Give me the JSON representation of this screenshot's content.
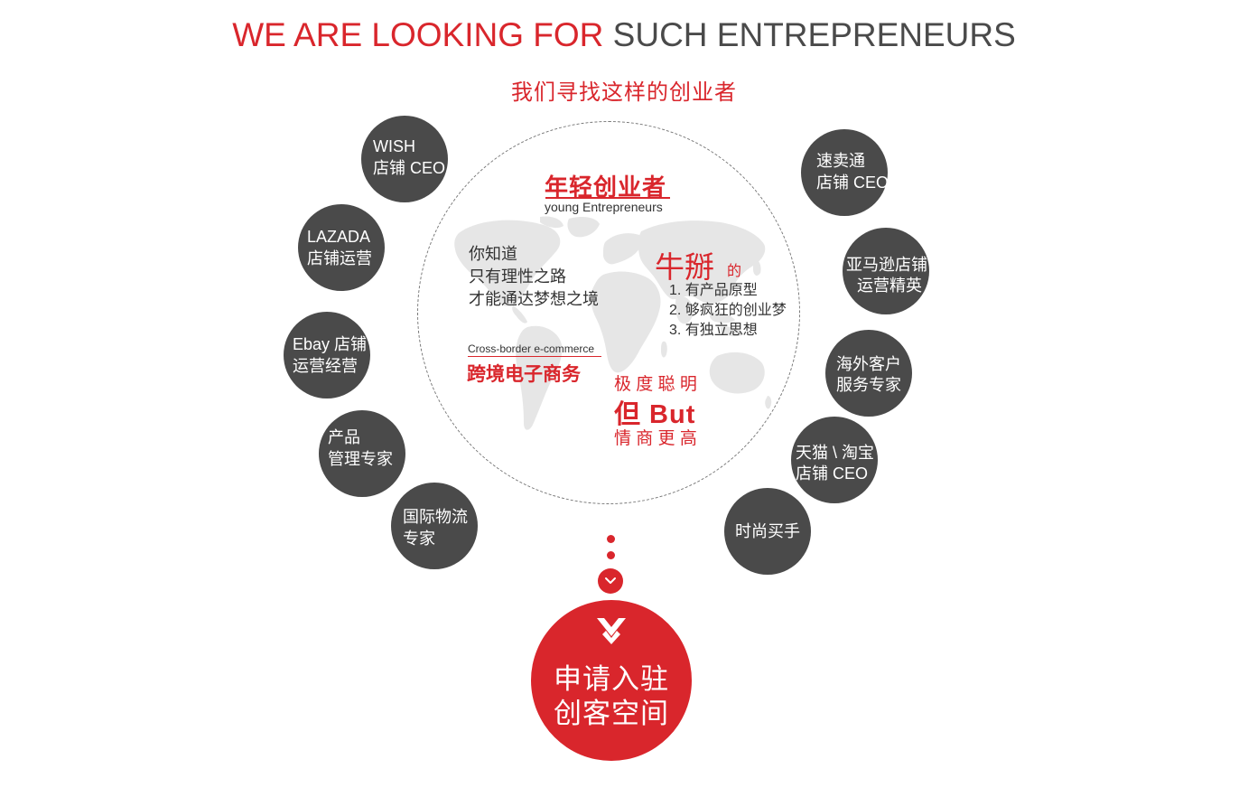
{
  "header": {
    "title_red": "WE ARE LOOKING FOR",
    "title_dark": "SUCH ENTREPRENEURS",
    "subtitle": "我们寻找这样的创业者"
  },
  "center": {
    "heading_cn": "年轻创业者",
    "heading_en": "young Entrepreneurs",
    "know_lines": [
      "你知道",
      "只有理性之路",
      "才能通达梦想之境"
    ],
    "ecom_en": "Cross-border e-commerce",
    "ecom_cn": "跨境电子商务",
    "niu": "牛掰",
    "de": "的",
    "traits": [
      "1. 有产品原型",
      "2. 够疯狂的创业梦",
      "3. 有独立思想"
    ],
    "smart": "极 度 聪 明",
    "but": "但 But",
    "eq": "情 商 更 高"
  },
  "left_bubbles": [
    {
      "line1": "WISH",
      "line2": "店铺 CEO"
    },
    {
      "line1": "LAZADA",
      "line2": "店铺运营"
    },
    {
      "line1": "Ebay 店铺",
      "line2": "运营经营"
    },
    {
      "line1": "产品",
      "line2": "管理专家"
    },
    {
      "line1": "国际物流",
      "line2": "专家"
    }
  ],
  "right_bubbles": [
    {
      "line1": "速卖通",
      "line2": "店铺 CEO"
    },
    {
      "line1": "亚马逊店铺",
      "line2": "运营精英"
    },
    {
      "line1": "海外客户",
      "line2": "服务专家"
    },
    {
      "line1": "天猫 \\ 淘宝",
      "line2": "店铺 CEO"
    },
    {
      "line1": "时尚买手",
      "line2": ""
    }
  ],
  "cta": {
    "line1": "申请入驻",
    "line2": "创客空间"
  },
  "colors": {
    "accent": "#d9262c",
    "bubble": "#4a4a4a",
    "text_dark": "#4a4a4a",
    "map": "#e6e6e6"
  },
  "icons": [
    "chevron-down-icon",
    "double-chevron-down-icon",
    "world-map-icon"
  ]
}
